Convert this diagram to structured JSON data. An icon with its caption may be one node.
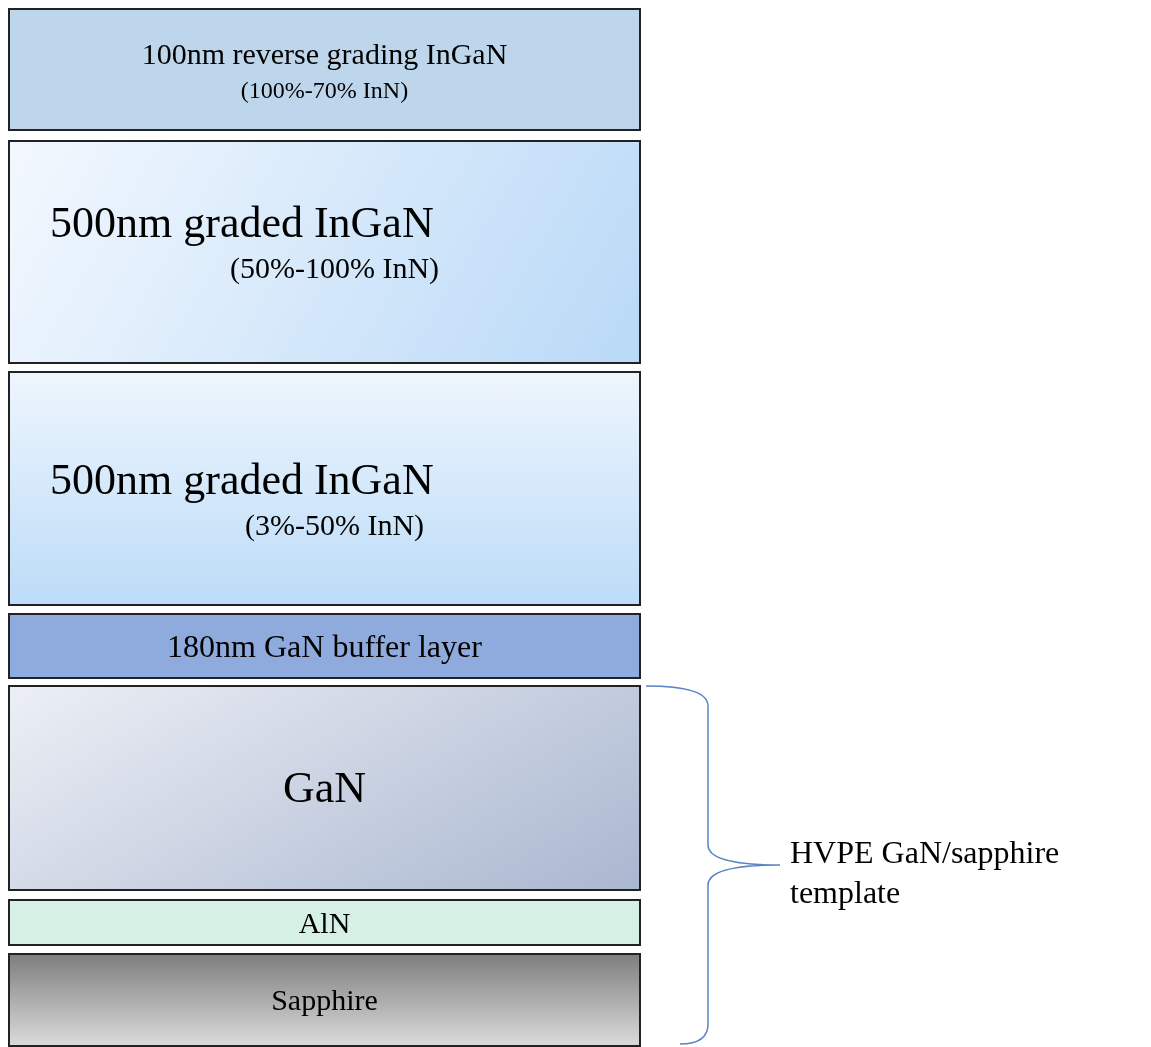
{
  "diagram": {
    "nodes": [
      {
        "text": [
          "100nm reverse grading InGaN",
          "(100%-70% InN)"
        ]
      },
      {
        "text": [
          "500nm graded InGaN",
          "(50%-100% InN)"
        ]
      },
      {
        "text": [
          "500nm graded InGaN",
          "(3%-50% InN)"
        ]
      },
      {
        "text": [
          "180nm GaN buffer layer"
        ]
      },
      {
        "text": [
          "GaN"
        ]
      },
      {
        "text": [
          "AlN"
        ]
      },
      {
        "text": [
          "Sapphire"
        ]
      }
    ],
    "edges": [],
    "labels": [
      "HVPE GaN/sapphire template"
    ]
  }
}
